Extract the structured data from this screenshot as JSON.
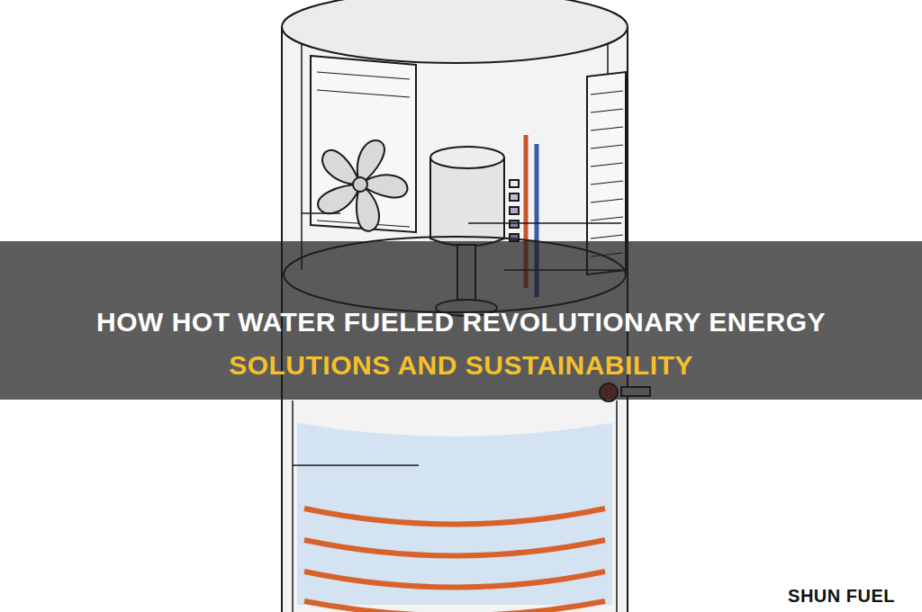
{
  "diagram": {
    "nodes": [
      {
        "text": [
          "HOW HOT WATER FUELED REVOLUTIONARY ENERGY",
          "SOLUTIONS AND SUSTAINABILITY"
        ]
      }
    ],
    "labels": [
      "SHUN FUEL"
    ]
  }
}
